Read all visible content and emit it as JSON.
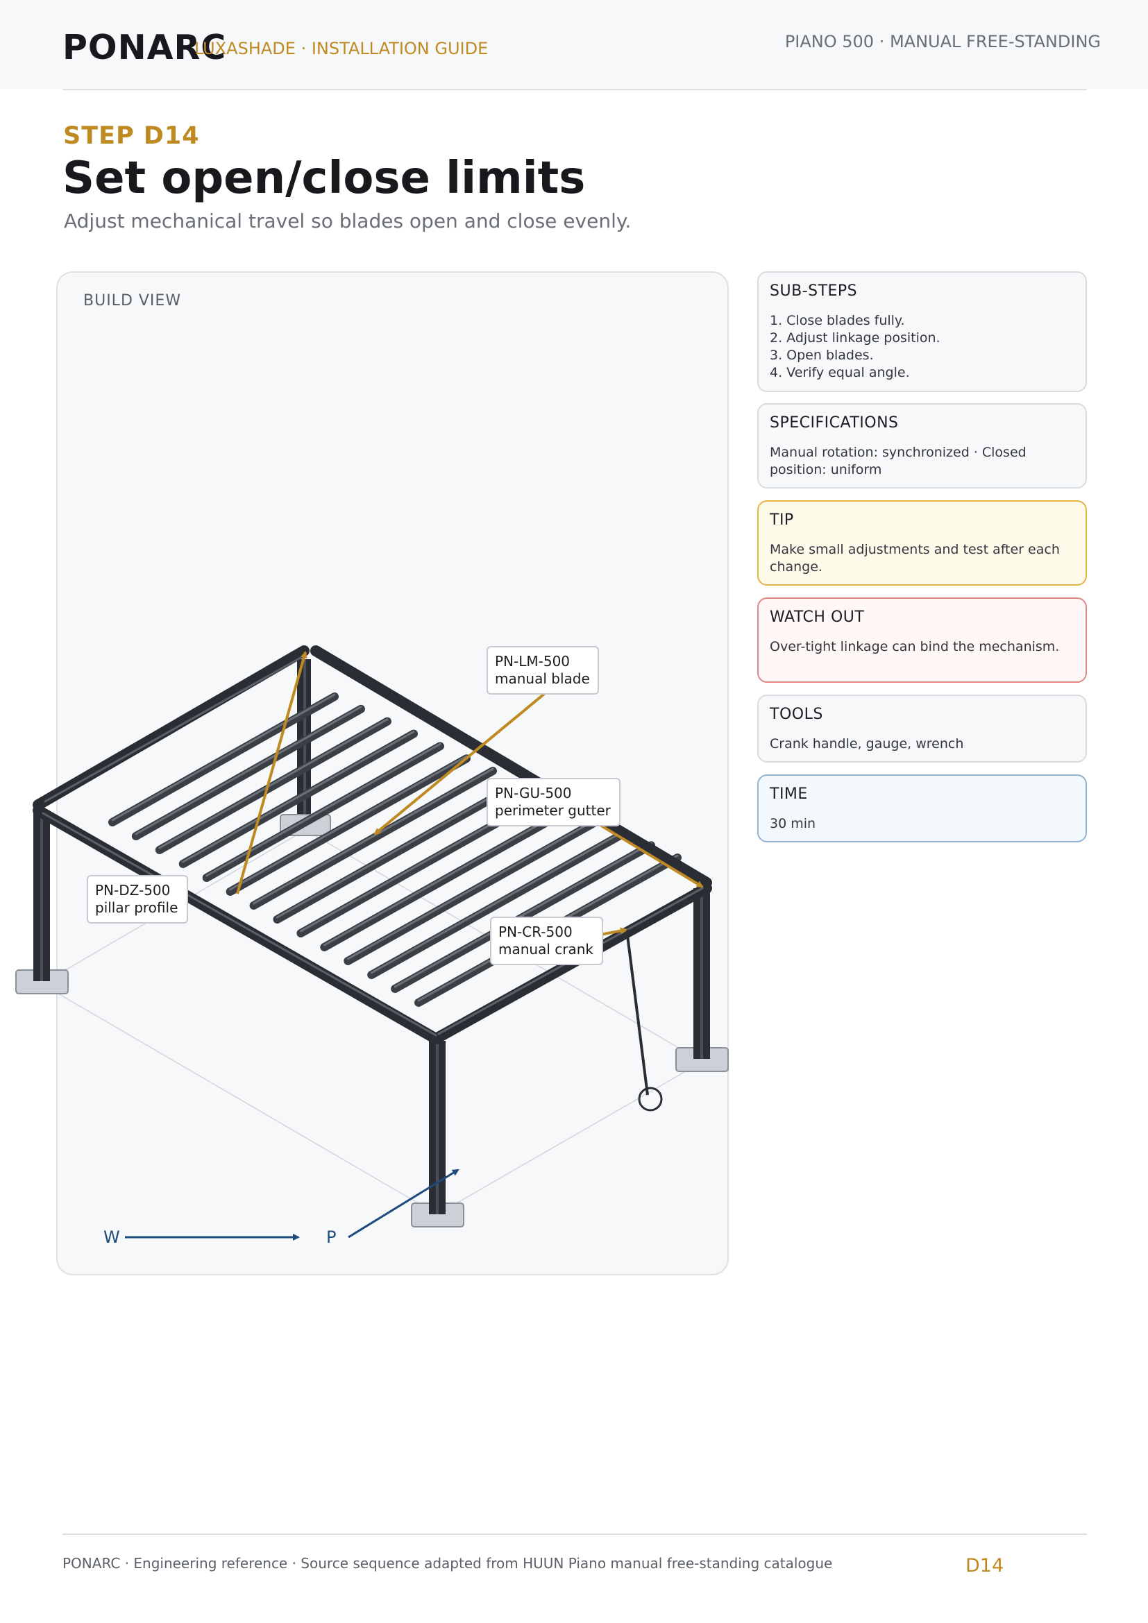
{
  "header": {
    "brand": "PONARC",
    "guide": "LUXASHADE · INSTALLATION GUIDE",
    "model": "PIANO 500 · MANUAL FREE-STANDING"
  },
  "step": {
    "code": "STEP D14",
    "title": "Set open/close limits",
    "subtitle": "Adjust mechanical travel so blades open and close evenly."
  },
  "build_view": {
    "label": "BUILD VIEW",
    "callouts": [
      {
        "code": "PN-LM-500",
        "name": "manual blade"
      },
      {
        "code": "PN-GU-500",
        "name": "perimeter gutter"
      },
      {
        "code": "PN-DZ-500",
        "name": "pillar profile"
      },
      {
        "code": "PN-CR-500",
        "name": "manual crank"
      }
    ],
    "axes": {
      "w": "W",
      "p": "P"
    },
    "colors": {
      "frame": "#2a2e34",
      "blade": "#4a5058",
      "accent": "#c08a22",
      "axis": "#1f4a7c"
    }
  },
  "cards": {
    "substeps": {
      "title": "SUB-STEPS",
      "items": [
        "1. Close blades fully.",
        "2. Adjust linkage position.",
        "3. Open blades.",
        "4. Verify equal angle."
      ]
    },
    "specs": {
      "title": "SPECIFICATIONS",
      "body": "Manual rotation: synchronized · Closed position: uniform"
    },
    "tip": {
      "title": "TIP",
      "body": "Make small adjustments and test after each change."
    },
    "watch": {
      "title": "WATCH OUT",
      "body": "Over-tight linkage can bind the mechanism."
    },
    "tools": {
      "title": "TOOLS",
      "body": "Crank handle, gauge, wrench"
    },
    "time": {
      "title": "TIME",
      "body": "30 min"
    }
  },
  "footer": {
    "text": "PONARC · Engineering reference · Source sequence adapted from HUUN Piano manual free-standing catalogue",
    "page": "D14"
  }
}
